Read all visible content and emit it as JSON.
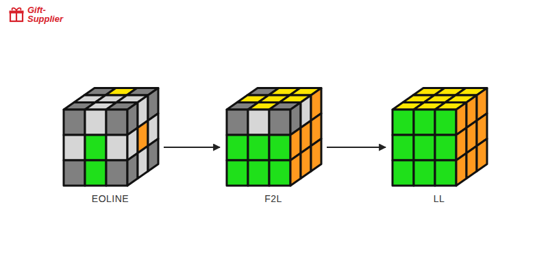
{
  "diagram": {
    "nodes": [
      {
        "text": [
          "EOLINE"
        ]
      },
      {
        "text": [
          "F2L"
        ]
      },
      {
        "text": [
          "LL"
        ]
      }
    ],
    "edges": [
      {
        "from": 0,
        "to": 1,
        "arrow": "to"
      },
      {
        "from": 1,
        "to": 2,
        "arrow": "to"
      }
    ],
    "labels": [
      "Gift-Supplier"
    ]
  }
}
